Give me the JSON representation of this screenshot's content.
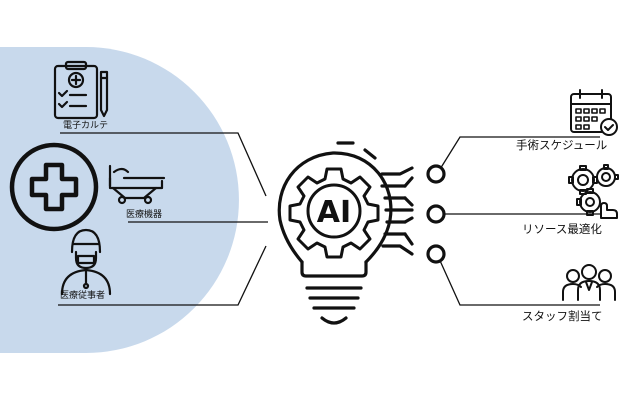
{
  "colors": {
    "background": "#ffffff",
    "left_panel": "#c8d9ec",
    "stroke": "#111111"
  },
  "ai_label": "AI",
  "left_items": [
    {
      "label": "電子カルテ",
      "icon": "medical-clipboard-icon"
    },
    {
      "label": "医療機器",
      "icon": "hospital-bed-icon"
    },
    {
      "label": "医療従事者",
      "icon": "doctor-icon"
    }
  ],
  "hospital_icon": "hospital-cross-icon",
  "right_items": [
    {
      "label": "手術スケジュール",
      "icon": "calendar-check-icon"
    },
    {
      "label": "リソース最適化",
      "icon": "gears-icon"
    },
    {
      "label": "スタッフ割当て",
      "icon": "staff-group-icon"
    }
  ],
  "center_icon": "ai-lightbulb-gear-icon"
}
